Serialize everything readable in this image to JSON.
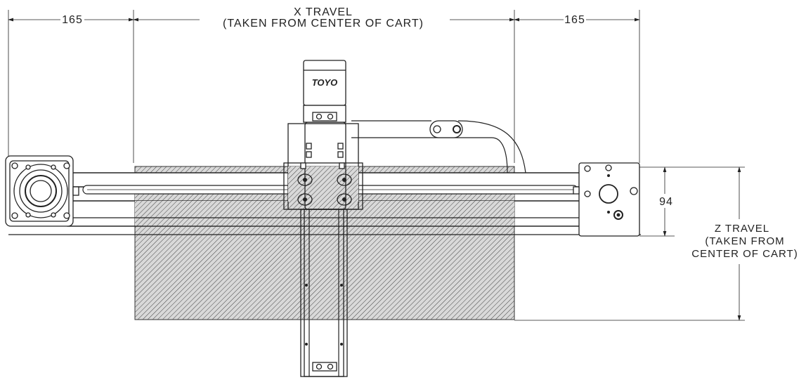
{
  "diagram": {
    "logo": "TOYO",
    "dimensions": {
      "left_margin": "165",
      "right_margin": "165",
      "x_travel_title": "X TRAVEL",
      "x_travel_note": "(TAKEN FROM CENTER OF CART)",
      "height": "94",
      "z_travel_line1": "Z TRAVEL",
      "z_travel_line2": "(TAKEN FROM",
      "z_travel_line3": "CENTER OF CART)"
    }
  }
}
